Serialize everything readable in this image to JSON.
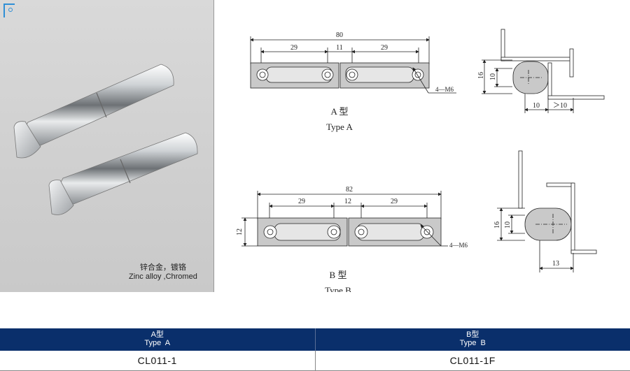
{
  "photo": {
    "material_cn": "锌合金，镀铬",
    "material_en": "Zinc alloy ,Chromed"
  },
  "type_a": {
    "label_cn": "A 型",
    "label_en": "Type A",
    "dim_total": "80",
    "dim_left": "29",
    "dim_mid": "11",
    "dim_right": "29",
    "holes": "4—M6",
    "side_h_outer": "16",
    "side_h_inner": "10",
    "side_w_left": "10",
    "side_w_right": "＞10"
  },
  "type_b": {
    "label_cn": "B 型",
    "label_en": "Type B",
    "dim_total": "82",
    "dim_left": "29",
    "dim_mid": "12",
    "dim_right": "29",
    "dim_height": "12",
    "holes": "4—M6",
    "side_h_outer": "16",
    "side_h_inner": "10",
    "side_w": "13"
  },
  "table": {
    "headers": [
      {
        "cn": "A型",
        "en": "Type  A"
      },
      {
        "cn": "B型",
        "en": "Type  B"
      }
    ],
    "codes": [
      "CL011-1",
      "CL011-1F"
    ]
  }
}
